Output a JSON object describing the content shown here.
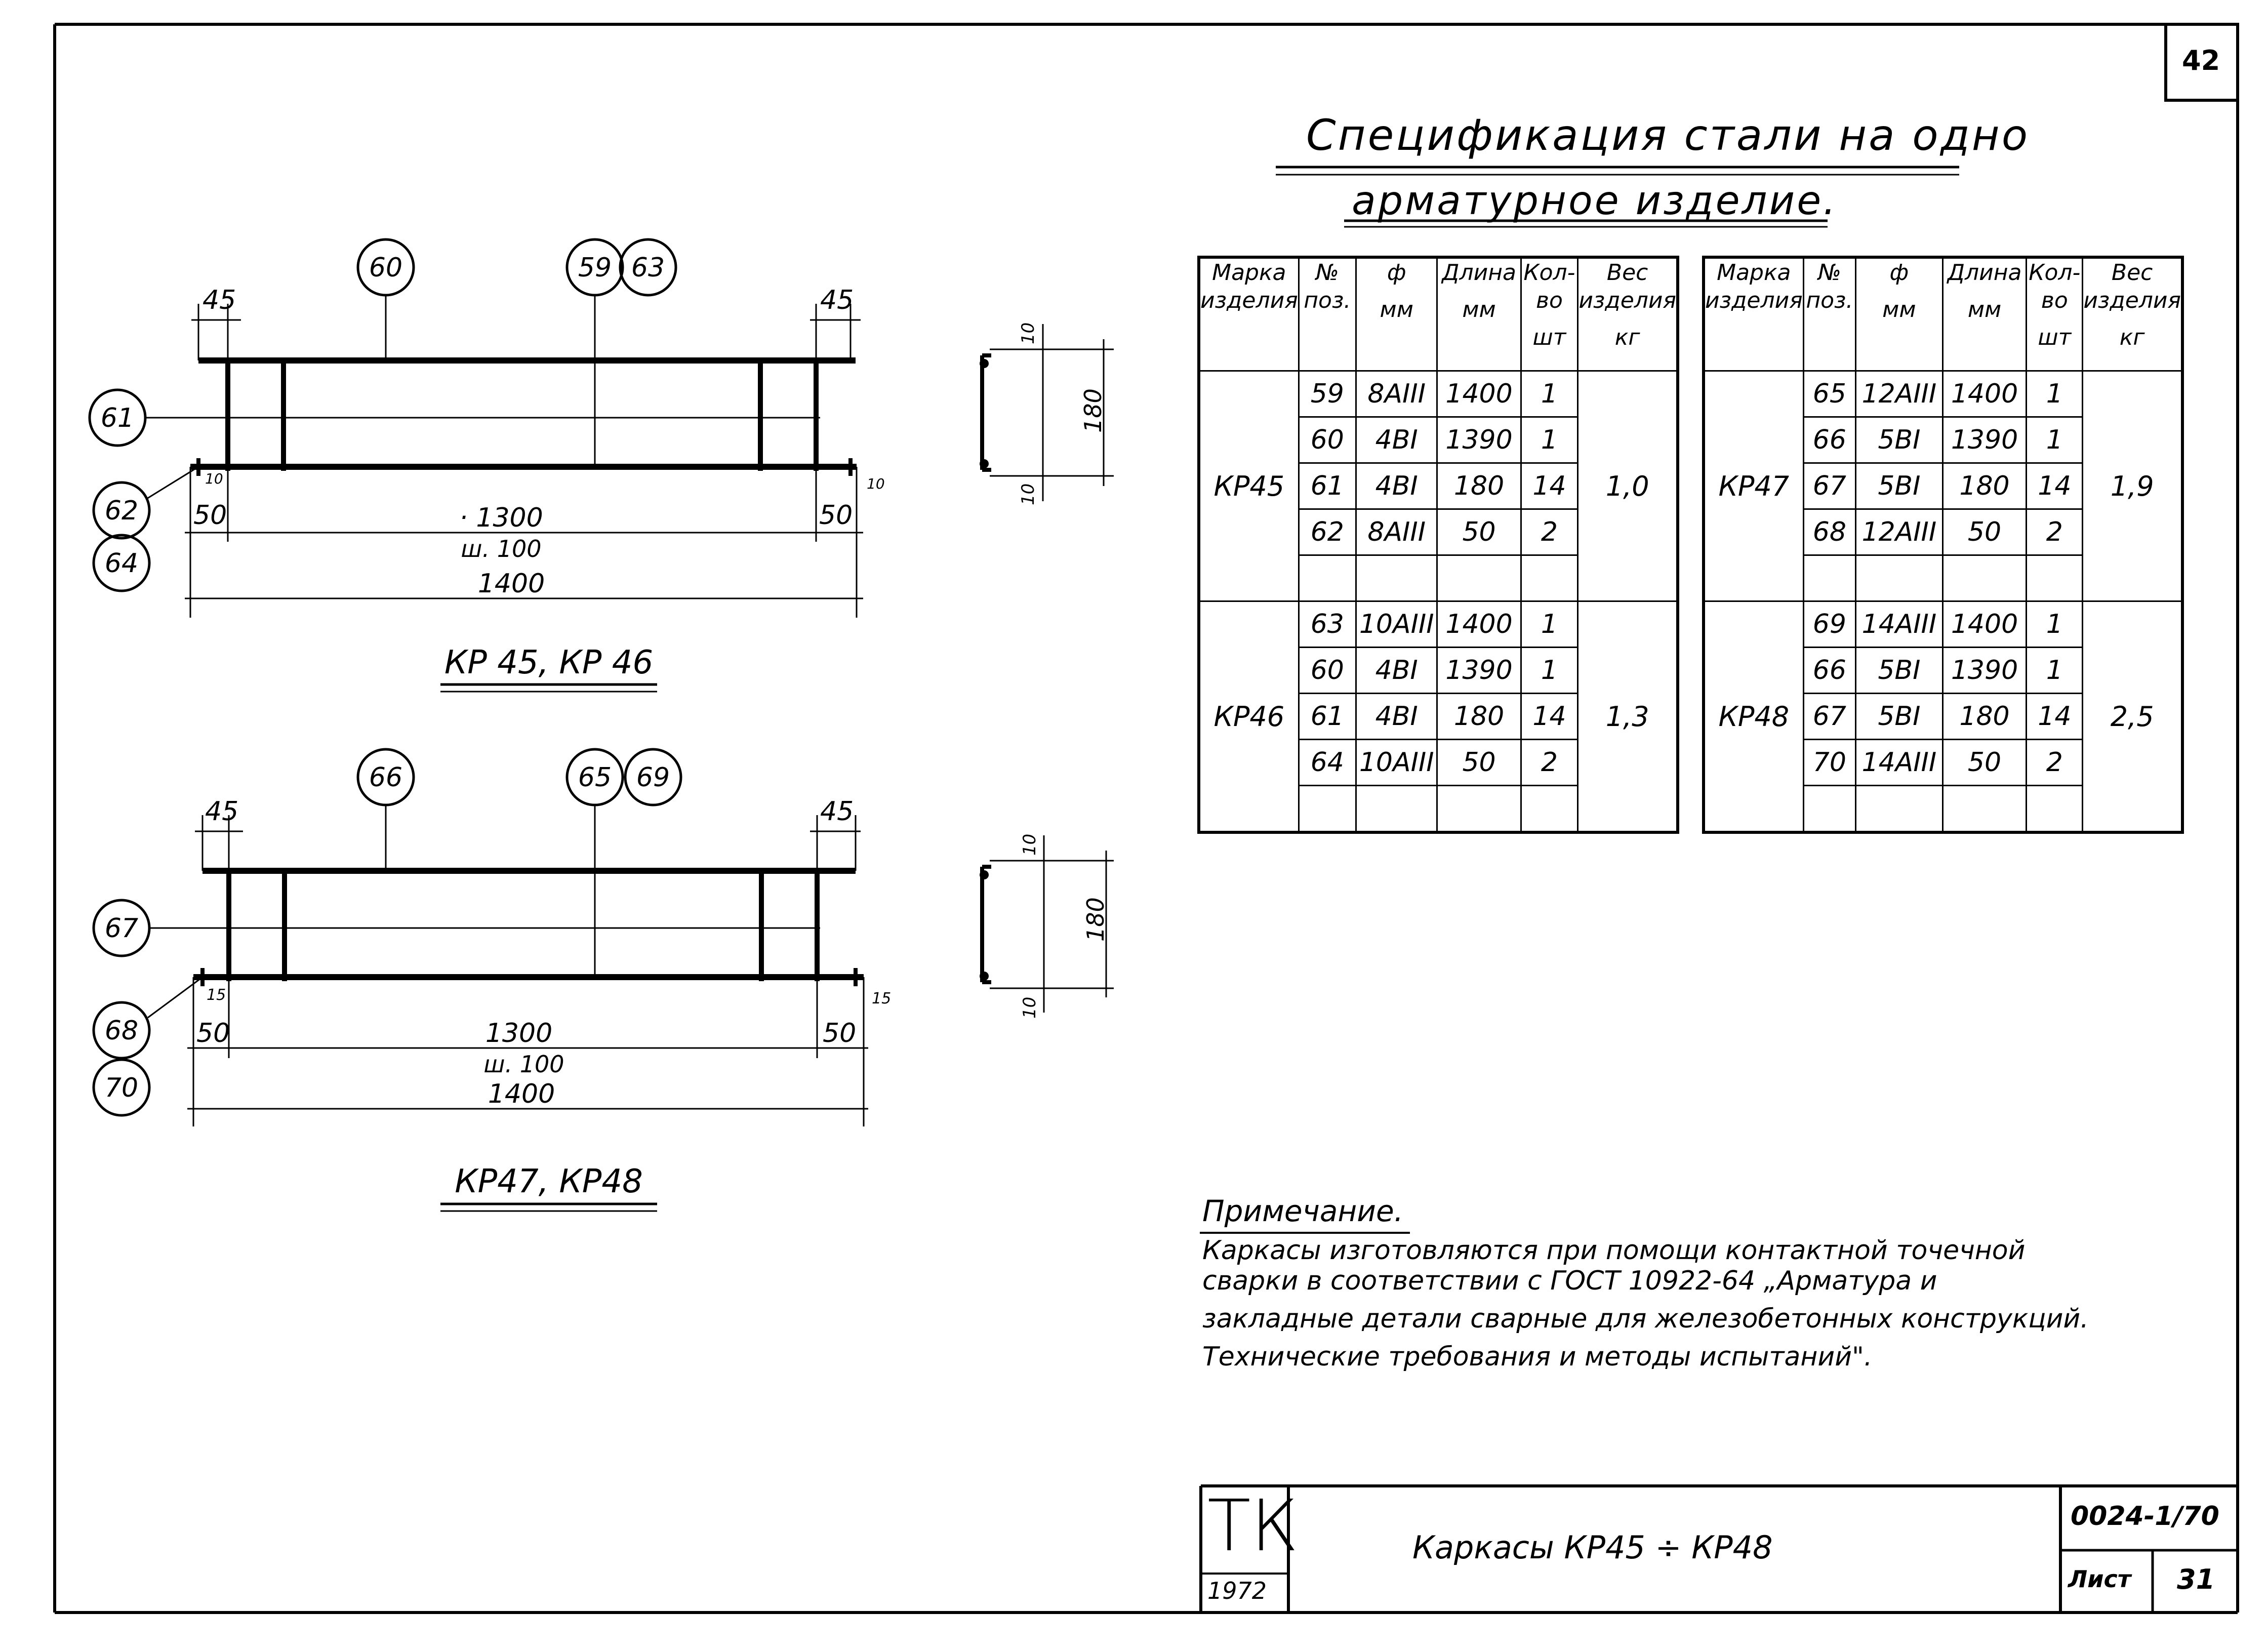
{
  "page_number": "42",
  "title_line1": "Спецификация   стали  на  одно",
  "title_line2": "арматурное   изделие.",
  "table_headers": {
    "mark": "Марка изделия",
    "pos": "№ поз.",
    "dia": "ф",
    "dia_unit": "мм",
    "length": "Длина",
    "length_unit": "мм",
    "qty": "Кол-во",
    "qty_unit": "шт",
    "weight": "Вес изделия",
    "weight_unit": "кг"
  },
  "table_left": [
    {
      "mark": "КР45",
      "weight": "1,0",
      "rows": [
        {
          "pos": "59",
          "dia": "8AIII",
          "length": "1400",
          "qty": "1"
        },
        {
          "pos": "60",
          "dia": "4BI",
          "length": "1390",
          "qty": "1"
        },
        {
          "pos": "61",
          "dia": "4BI",
          "length": "180",
          "qty": "14"
        },
        {
          "pos": "62",
          "dia": "8AIII",
          "length": "50",
          "qty": "2"
        }
      ]
    },
    {
      "mark": "КР46",
      "weight": "1,3",
      "rows": [
        {
          "pos": "63",
          "dia": "10AIII",
          "length": "1400",
          "qty": "1"
        },
        {
          "pos": "60",
          "dia": "4BI",
          "length": "1390",
          "qty": "1"
        },
        {
          "pos": "61",
          "dia": "4BI",
          "length": "180",
          "qty": "14"
        },
        {
          "pos": "64",
          "dia": "10AIII",
          "length": "50",
          "qty": "2"
        }
      ]
    }
  ],
  "table_right": [
    {
      "mark": "КР47",
      "weight": "1,9",
      "rows": [
        {
          "pos": "65",
          "dia": "12AIII",
          "length": "1400",
          "qty": "1"
        },
        {
          "pos": "66",
          "dia": "5BI",
          "length": "1390",
          "qty": "1"
        },
        {
          "pos": "67",
          "dia": "5BI",
          "length": "180",
          "qty": "14"
        },
        {
          "pos": "68",
          "dia": "12AIII",
          "length": "50",
          "qty": "2"
        }
      ]
    },
    {
      "mark": "КР48",
      "weight": "2,5",
      "rows": [
        {
          "pos": "69",
          "dia": "14AIII",
          "length": "1400",
          "qty": "1"
        },
        {
          "pos": "66",
          "dia": "5BI",
          "length": "1390",
          "qty": "1"
        },
        {
          "pos": "67",
          "dia": "5BI",
          "length": "180",
          "qty": "14"
        },
        {
          "pos": "70",
          "dia": "14AIII",
          "length": "50",
          "qty": "2"
        }
      ]
    }
  ],
  "drawing_top": {
    "caption": "КР 45, КР 46",
    "callouts": [
      "60",
      "59",
      "63",
      "61",
      "62",
      "64"
    ],
    "dim_end_left": "45",
    "dim_end_right": "45",
    "dim_small_left": "10",
    "dim_small_right": "10",
    "dim_50_left": "50",
    "dim_50_right": "50",
    "dim_1300": "· 1300",
    "dim_step": "ш. 100",
    "dim_1400": "1400",
    "section_10_top": "10",
    "section_180": "180",
    "section_10_bottom": "10"
  },
  "drawing_bottom": {
    "caption": "КР47, КР48",
    "callouts": [
      "66",
      "65",
      "69",
      "67",
      "68",
      "70"
    ],
    "dim_end_left": "45",
    "dim_end_right": "45",
    "dim_small_left": "15",
    "dim_small_right": "15",
    "dim_50_left": "50",
    "dim_50_right": "50",
    "dim_1300": "1300",
    "dim_step": "ш. 100",
    "dim_1400": "1400",
    "section_10_top": "10",
    "section_180": "180",
    "section_10_bottom": "10"
  },
  "note": {
    "heading": "Примечание.",
    "line1": "Каркасы  изготовляются  при  помощи  контактной  точечной",
    "line2": "сварки   в   соответствии  с  ГОСТ  10922-64 „Арматура   и",
    "line3": "закладные   детали   сварные  для  железобетонных  конструкций.",
    "line4": "Технические   требования   и  методы  испытаний\"."
  },
  "title_block": {
    "org": "ТК",
    "year": "1972",
    "name": "Каркасы  КР45 ÷ КР48",
    "code": "0024-1/70",
    "sheet_label": "Лист",
    "sheet_number": "31"
  }
}
